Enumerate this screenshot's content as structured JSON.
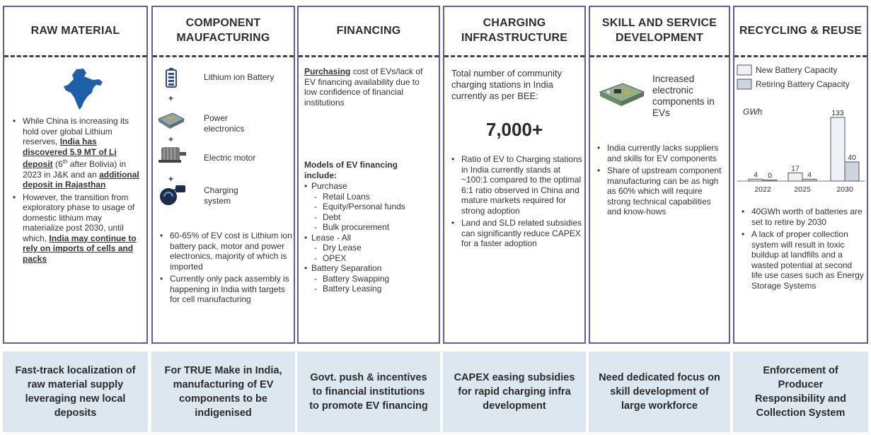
{
  "columns": [
    {
      "title": "RAW MATERIAL",
      "bullets": [
        {
          "pre": "While China is increasing its hold over global Lithium reserves, ",
          "u1": "India has discovered 5.9 MT of Li deposit",
          "mid": " (6",
          "sup": "th",
          "mid2": " after Bolivia) in 2023 in J&K and an ",
          "u2": "additional deposit in Rajasthan",
          "post": ""
        },
        {
          "pre": "However, the transition from exploratory phase to usage of domestic lithium may materialize post 2030, until which, ",
          "u1": "India may continue to rely on imports of cells and packs"
        }
      ],
      "bottom": "Fast-track localization of raw material supply leveraging new local deposits"
    },
    {
      "title": "COMPONENT MAUFACTURING",
      "components": [
        "Lithium ion Battery",
        "Power electronics",
        "Electric motor",
        "Charging system"
      ],
      "plus": "+",
      "bullets": [
        "60-65% of EV cost is Lithium ion battery pack, motor and power electronics, majority of which is imported",
        "Currently only pack assembly is happening in India with targets for cell manufacturing"
      ],
      "bottom": "For TRUE Make in India, manufacturing of EV components to be indigenised"
    },
    {
      "title": "FINANCING",
      "intro_bold": "Purchasing",
      "intro_rest": " cost of EVs/lack of EV financing availability due to low confidence of financial institutions",
      "models_heading": "Models of EV financing include:",
      "models": [
        {
          "label": "Purchase",
          "items": [
            "Retail Loans",
            "Equity/Personal funds",
            "Debt",
            "Bulk procurement"
          ]
        },
        {
          "label": "Lease - All",
          "items": [
            "Dry Lease",
            "OPEX"
          ]
        },
        {
          "label": "Battery Separation",
          "items": [
            "Battery Swapping",
            "Battery Leasing"
          ]
        }
      ],
      "bottom": "Govt. push & incentives to financial institutions to promote EV financing"
    },
    {
      "title": "CHARGING INFRASTRUCTURE",
      "intro": "Total number of community charging stations in India currently as per BEE:",
      "big_number": "7,000+",
      "bullets": [
        "Ratio of EV to Charging stations in India currently stands at ~100:1 compared to the optimal 6:1 ratio observed in China and mature markets required for strong adoption",
        "Land and SLD related subsidies can significantly reduce CAPEX for a faster adoption"
      ],
      "bottom": "CAPEX easing subsidies for rapid charging infra development"
    },
    {
      "title": "SKILL AND SERVICE DEVELOPMENT",
      "icon_caption": "Increased electronic components in EVs",
      "bullets": [
        "India currently lacks suppliers and skills for EV components",
        "Share of upstream component manufacturing can be as high as 60% which will require strong technical capabilities and know-hows"
      ],
      "bottom": "Need dedicated focus on skill development of large workforce"
    },
    {
      "title": "RECYCLING & REUSE",
      "bullets": [
        "40GWh worth of batteries are set to retire by 2030",
        "A lack of proper collection system will result in toxic buildup at landfills and a wasted potential at second life use cases such as Energy Storage Systems"
      ],
      "bottom": "Enforcement of Producer Responsibility and Collection System"
    }
  ],
  "chart_data": {
    "type": "bar",
    "ylabel": "GWh",
    "categories": [
      "2022",
      "2025",
      "2030"
    ],
    "series": [
      {
        "name": "New Battery Capacity",
        "values": [
          4,
          17,
          133
        ]
      },
      {
        "name": "Retiring Battery Capacity",
        "values": [
          0,
          4,
          40
        ]
      }
    ],
    "ylim": [
      0,
      133
    ],
    "legend": "top",
    "colors": {
      "new": "#eef1f6",
      "retiring": "#cdd4e0",
      "stroke": "#555555"
    }
  },
  "colors": {
    "border": "#6a5a8e",
    "bottom_bg": "#dde7f0",
    "map": "#1f5fa8"
  }
}
